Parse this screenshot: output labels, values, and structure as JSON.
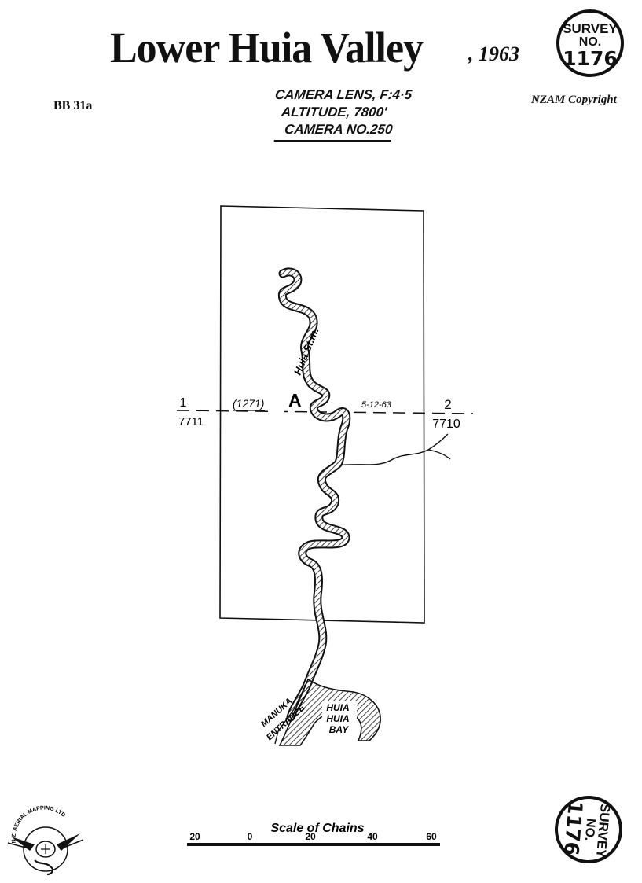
{
  "title": "Lower Huia Valley",
  "title_year": ", 1963",
  "sheet_code": "BB 31a",
  "copyright": "NZAM Copyright",
  "camera": {
    "lens": "CAMERA LENS, F:4·5",
    "altitude": "ALTITUDE, 7800'",
    "camera_no": "CAMERA NO.250"
  },
  "survey_seal": {
    "line1": "SURVEY",
    "line2": "NO.",
    "number": "1176"
  },
  "map": {
    "stream_label": "Huia St.m.",
    "point_label": "A",
    "run_ref": "(1271)",
    "date": "5-12-63",
    "left_marker": {
      "number": "1",
      "photo": "7711"
    },
    "right_marker": {
      "number": "2",
      "photo": "7710"
    },
    "place_labels": {
      "manuka": "MANUKA",
      "entrance": "ENTRANCE",
      "huia1": "HUIA",
      "huia2": "HUIA",
      "bay": "BAY"
    }
  },
  "scale": {
    "title": "Scale of Chains",
    "ticks": [
      "20",
      "0",
      "20",
      "40",
      "60"
    ]
  },
  "logo_text": "N.Z. AERIAL MAPPING LTD"
}
